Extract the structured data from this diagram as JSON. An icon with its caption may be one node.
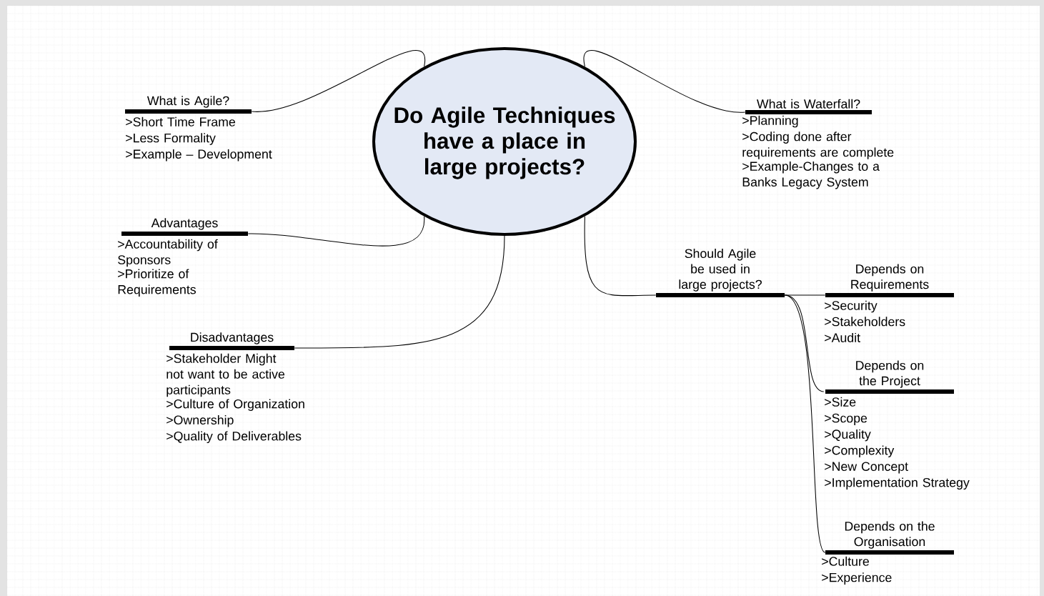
{
  "diagram": {
    "nodes": [
      {
        "text": [
          "Do Agile Techniques have a place in large projects?"
        ]
      },
      {
        "text": [
          "What is Agile?",
          ">Short Time Frame",
          ">Less Formality",
          ">Example – Development"
        ]
      },
      {
        "text": [
          "What is Waterfall?",
          ">Planning",
          ">Coding done after requirements are complete",
          ">Example-Changes to a Banks Legacy System"
        ]
      },
      {
        "text": [
          "Advantages",
          ">Accountability of Sponsors",
          ">Prioritize of Requirements"
        ]
      },
      {
        "text": [
          "Disadvantages",
          ">Stakeholder Might not want to be active participants",
          ">Culture of Organization",
          ">Ownership",
          ">Quality of Deliverables"
        ]
      },
      {
        "text": [
          "Should Agile be used in large projects?"
        ]
      },
      {
        "text": [
          "Depends on Requirements",
          ">Security",
          ">Stakeholders",
          ">Audit"
        ]
      },
      {
        "text": [
          "Depends on the Project",
          ">Size",
          ">Scope",
          ">Quality",
          ">Complexity",
          ">New Concept",
          ">Implementation Strategy"
        ]
      },
      {
        "text": [
          "Depends on the Organisation",
          ">Culture",
          ">Experience"
        ]
      }
    ],
    "edges": [
      {
        "from": 0,
        "to": 1,
        "arrow": "none"
      },
      {
        "from": 0,
        "to": 2,
        "arrow": "none"
      },
      {
        "from": 0,
        "to": 3,
        "arrow": "none"
      },
      {
        "from": 0,
        "to": 4,
        "arrow": "none"
      },
      {
        "from": 0,
        "to": 5,
        "arrow": "none"
      },
      {
        "from": 5,
        "to": 6,
        "arrow": "none"
      },
      {
        "from": 5,
        "to": 7,
        "arrow": "none"
      },
      {
        "from": 5,
        "to": 8,
        "arrow": "none"
      }
    ]
  }
}
